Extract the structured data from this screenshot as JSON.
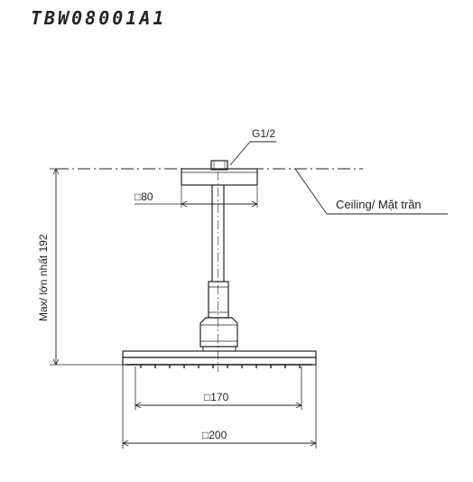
{
  "title": "TBW08001A1",
  "labels": {
    "thread": "G1/2",
    "ceiling": "Ceiling/ Mặt trần",
    "mount_size": "□80",
    "max_height": "Max/ lớn nhất 192",
    "head_inner": "□170",
    "head_outer": "□200"
  },
  "colors": {
    "line": "#222222"
  }
}
